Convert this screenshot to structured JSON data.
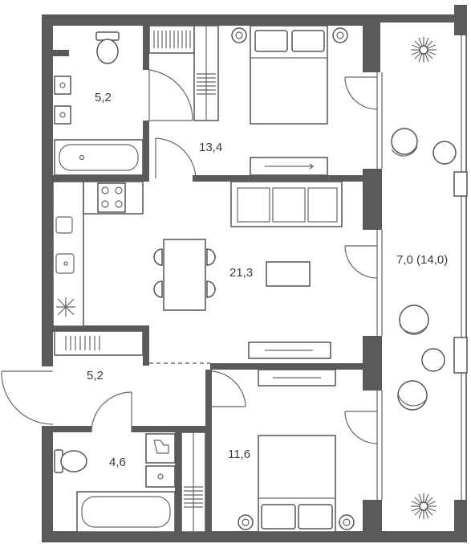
{
  "plan": {
    "rooms": [
      {
        "id": "bathroom-top",
        "label": "5,2"
      },
      {
        "id": "bedroom-top",
        "label": "13,4"
      },
      {
        "id": "living-kitchen",
        "label": "21,3"
      },
      {
        "id": "balcony",
        "label": "7,0 (14,0)"
      },
      {
        "id": "hall",
        "label": "5,2"
      },
      {
        "id": "bathroom-bottom",
        "label": "4,6"
      },
      {
        "id": "bedroom-bottom",
        "label": "11,6"
      }
    ],
    "colors": {
      "wall": "#5a5a5a",
      "line": "#555555",
      "background": "#ffffff"
    }
  }
}
